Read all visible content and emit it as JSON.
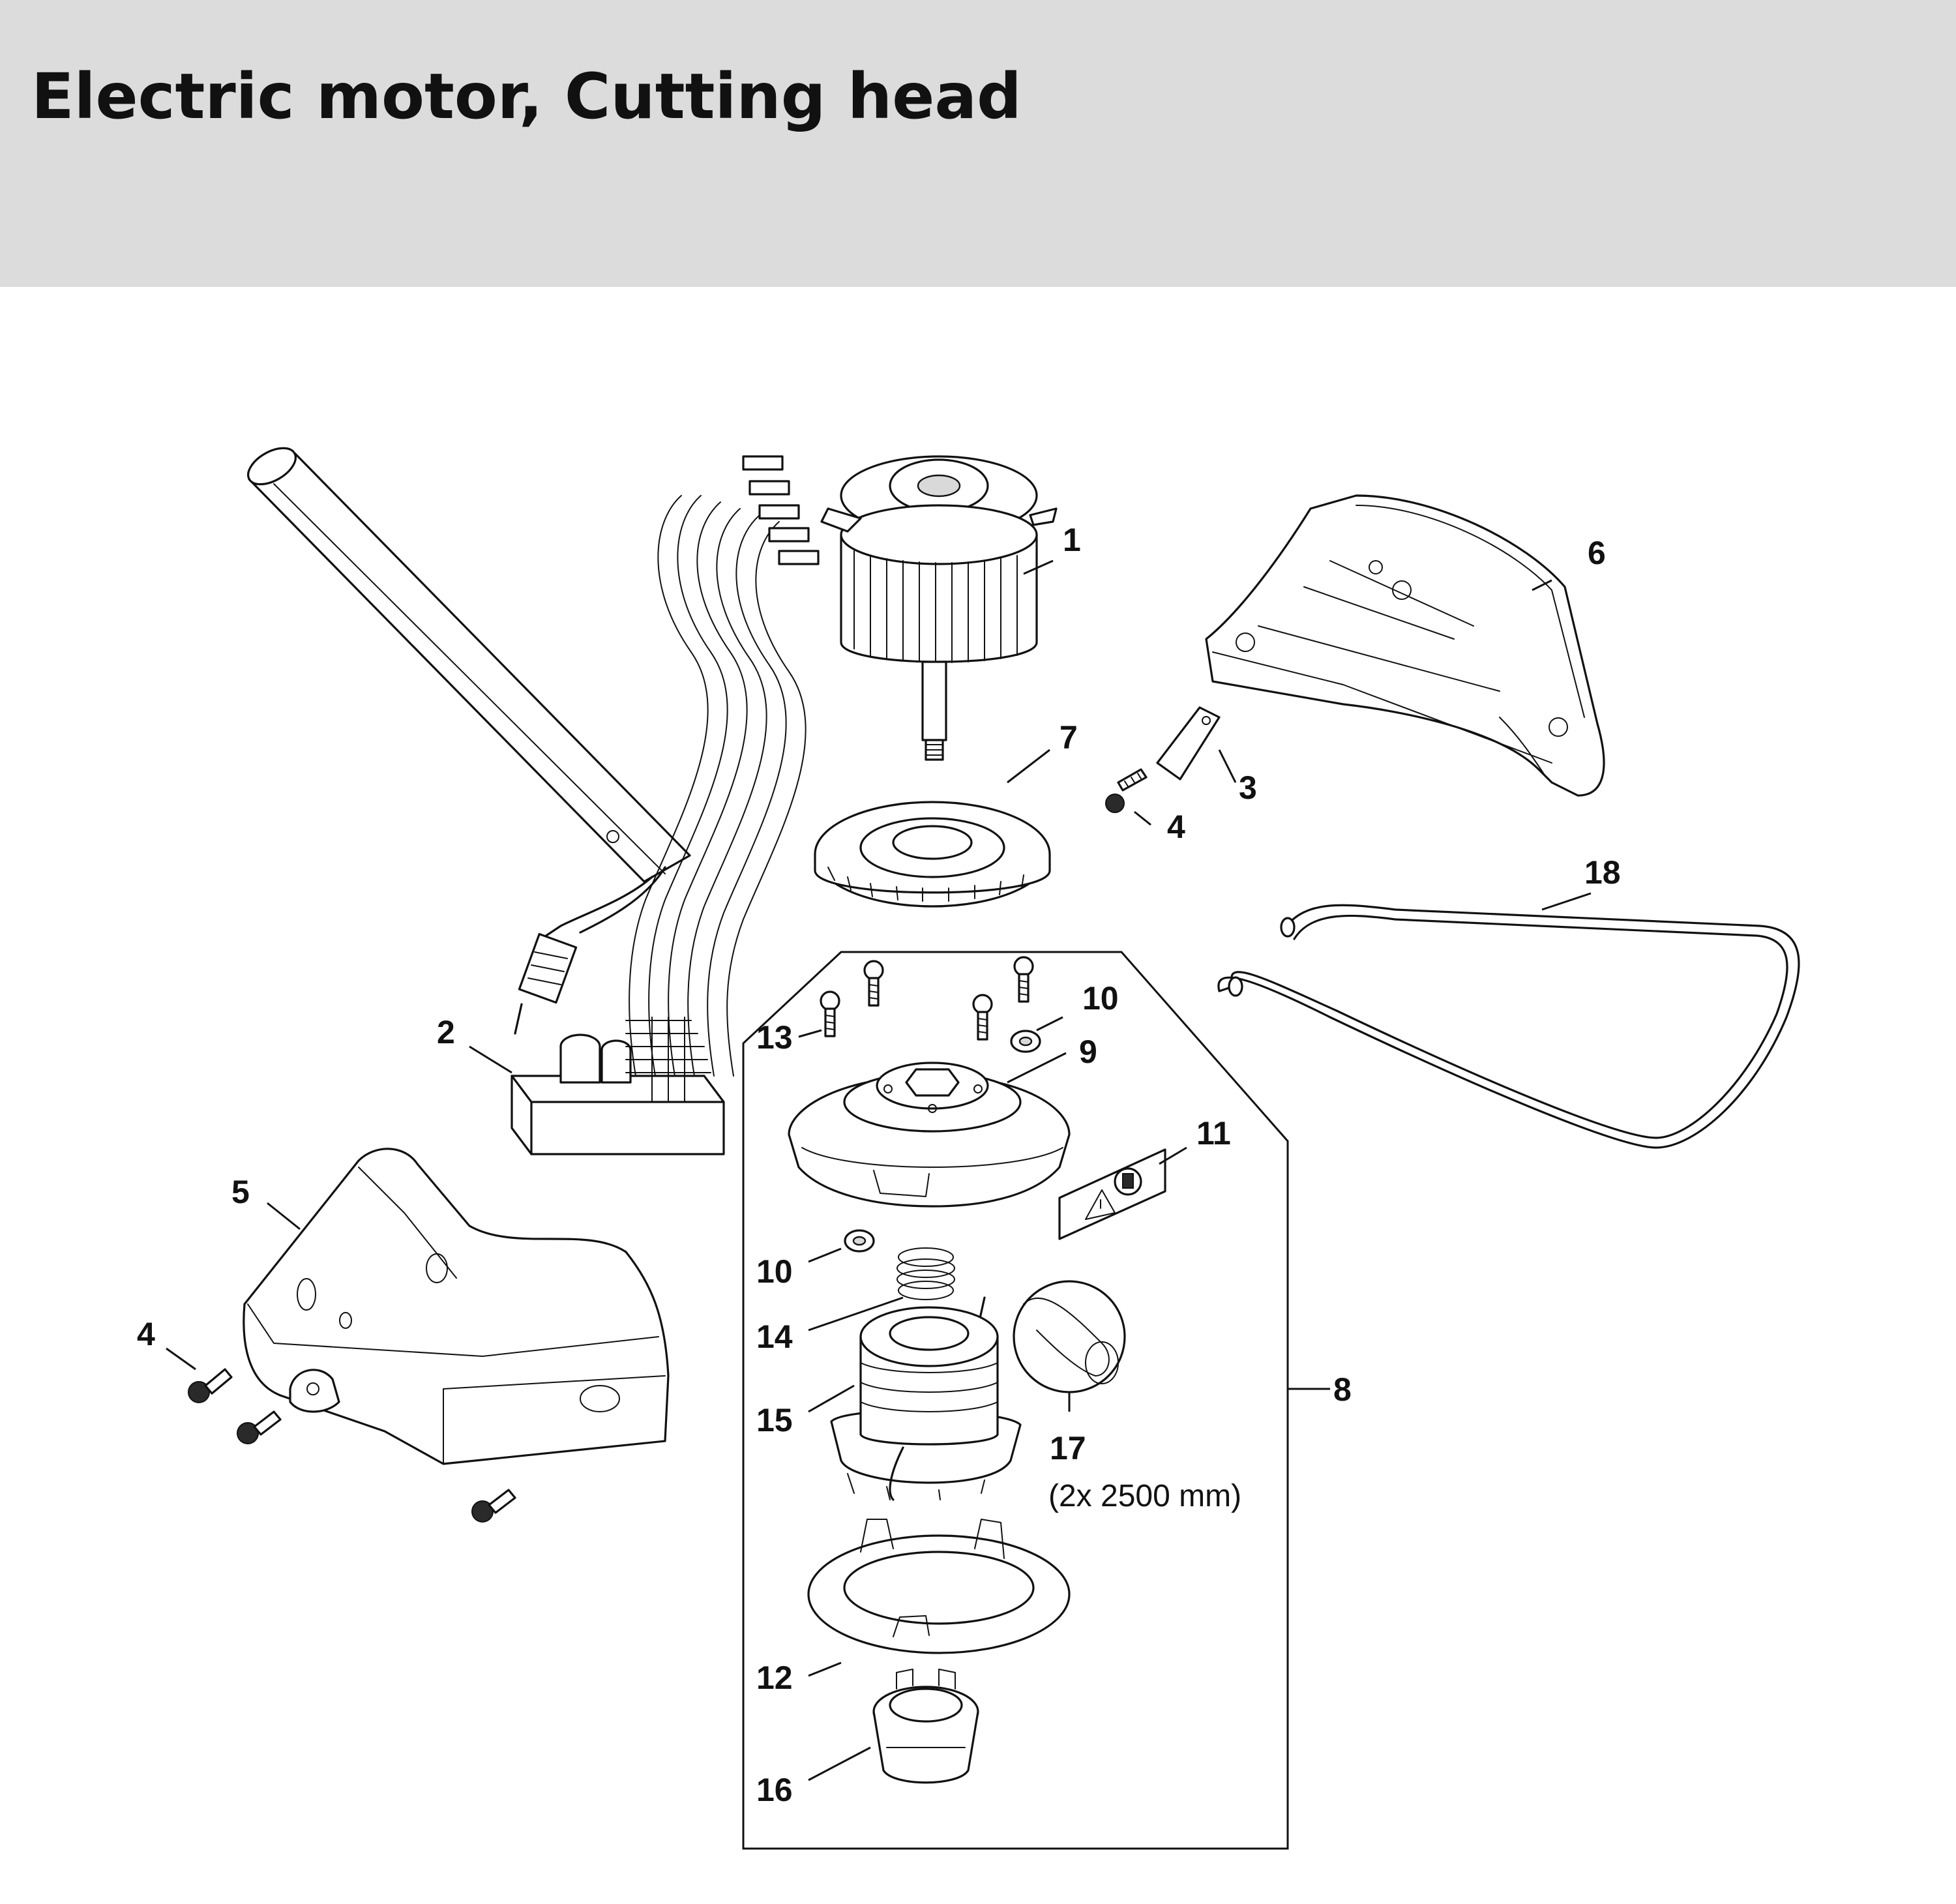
{
  "header": {
    "title": "Electric motor, Cutting head"
  },
  "callouts": {
    "c1": "1",
    "c2": "2",
    "c3": "3",
    "c4a": "4",
    "c4b": "4",
    "c5": "5",
    "c6": "6",
    "c7": "7",
    "c8": "8",
    "c9": "9",
    "c10a": "10",
    "c10b": "10",
    "c11": "11",
    "c12": "12",
    "c13": "13",
    "c14": "14",
    "c15": "15",
    "c16": "16",
    "c17": "17",
    "c18": "18"
  },
  "notes": {
    "line_length": "(2x 2500 mm)"
  },
  "icons": [
    "warning-triangle-icon",
    "manual-book-icon"
  ]
}
